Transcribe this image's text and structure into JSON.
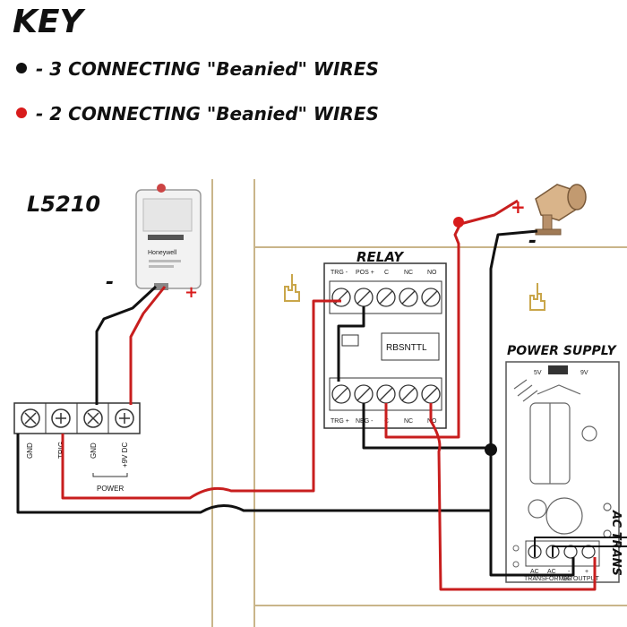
{
  "key": {
    "title": "KEY",
    "black_entry": "- 3 CONNECTING \"Beanied\" WIRES",
    "red_entry": "- 2 CONNECTING \"Beanied\" WIRES",
    "black_color": "#111111",
    "red_color": "#d81b1b"
  },
  "transformer": {
    "label": "L5210",
    "brand": "Honeywell",
    "minus": "-",
    "plus": "+"
  },
  "strip": {
    "terminals": [
      "GND",
      "TRIG",
      "GND",
      "+9V DC"
    ],
    "power_label": "POWER"
  },
  "relay": {
    "title": "RELAY",
    "top_labels": [
      "TRG -",
      "POS +",
      "C",
      "NC",
      "NO"
    ],
    "bottom_labels": [
      "TRG +",
      "NEG -",
      "C",
      "NC",
      "NO"
    ],
    "part": "RBSNTTL"
  },
  "siren": {
    "plus": "+",
    "minus": "-"
  },
  "power_supply": {
    "title": "POWER SUPPLY",
    "terminals": [
      "AC",
      "AC",
      "-",
      "+"
    ],
    "terminal_caption_left": "TRANSFORMER",
    "terminal_caption_right": "DC OUTPUT",
    "side_label": "AC TRANS"
  },
  "wire_colors": {
    "red": "#c81e1e",
    "black": "#111111",
    "wall": "#c9b58a"
  },
  "icons": [
    "fist-icon",
    "fist-icon",
    "siren-icon",
    "screw-terminal-icon"
  ]
}
